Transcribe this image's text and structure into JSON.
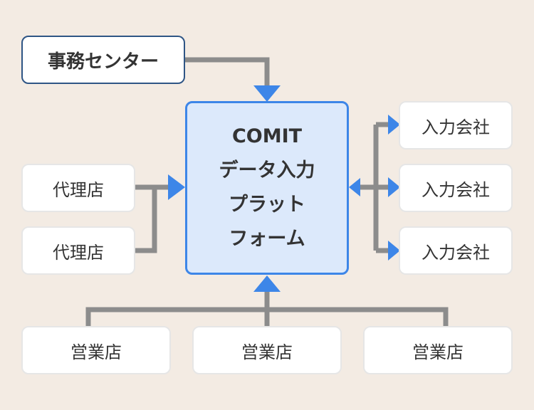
{
  "colors": {
    "background": "#f3ebe3",
    "connector": "#8c8c8c",
    "arrow": "#3d86e8",
    "hub_fill": "#dce9fb",
    "hub_border": "#3d86e8",
    "office_border": "#2e5585"
  },
  "office": {
    "label": "事務センター"
  },
  "hub": {
    "lines": [
      "COMIT",
      "データ入力",
      "プラット",
      "フォーム"
    ]
  },
  "agencies": [
    {
      "label": "代理店"
    },
    {
      "label": "代理店"
    }
  ],
  "input_companies": [
    {
      "label": "入力会社"
    },
    {
      "label": "入力会社"
    },
    {
      "label": "入力会社"
    }
  ],
  "sales_offices": [
    {
      "label": "営業店"
    },
    {
      "label": "営業店"
    },
    {
      "label": "営業店"
    }
  ]
}
